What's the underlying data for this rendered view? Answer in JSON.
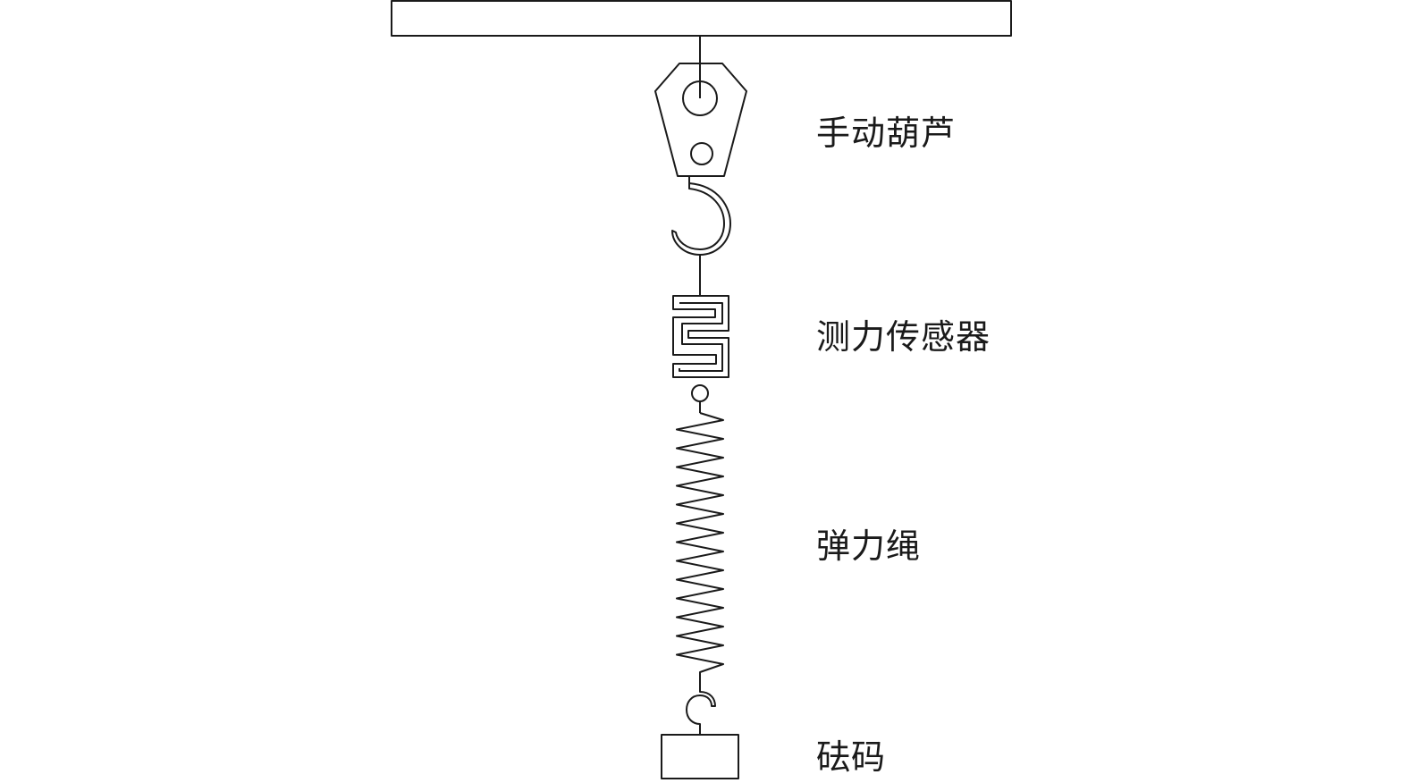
{
  "labels": {
    "hoist": "手动葫芦",
    "force_sensor": "测力传感器",
    "elastic_rope": "弹力绳",
    "weight": "砝码"
  },
  "colors": {
    "stroke": "#1a1a1a",
    "background": "#ffffff"
  }
}
